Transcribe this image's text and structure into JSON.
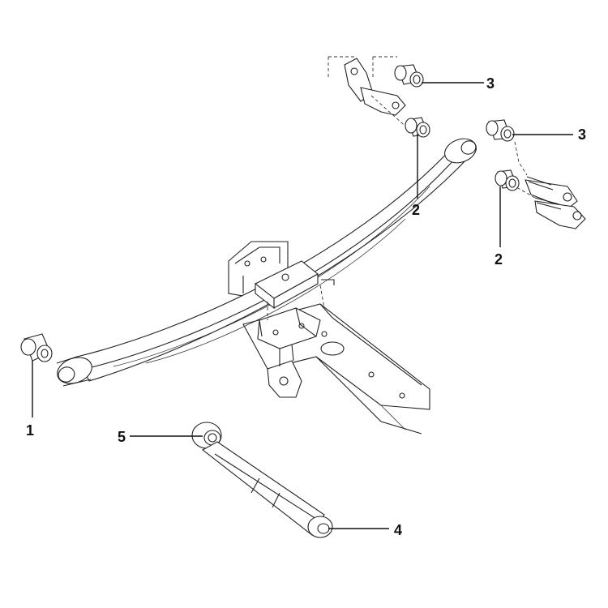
{
  "diagram": {
    "callouts": [
      {
        "id": "callout-1",
        "label": "1"
      },
      {
        "id": "callout-2a",
        "label": "2"
      },
      {
        "id": "callout-2b",
        "label": "2"
      },
      {
        "id": "callout-3a",
        "label": "3"
      },
      {
        "id": "callout-3b",
        "label": "3"
      },
      {
        "id": "callout-4",
        "label": "4"
      },
      {
        "id": "callout-5",
        "label": "5"
      }
    ]
  }
}
